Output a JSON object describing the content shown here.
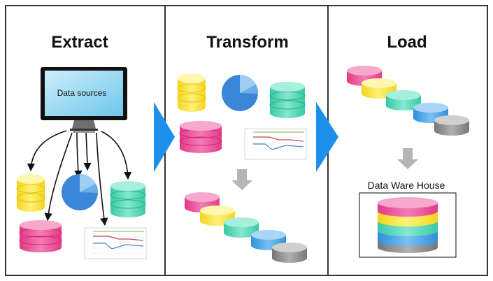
{
  "stages": [
    {
      "title": "Extract"
    },
    {
      "title": "Transform"
    },
    {
      "title": "Load"
    }
  ],
  "extract": {
    "monitor_label": "Data sources"
  },
  "load": {
    "warehouse_label": "Data Ware House"
  },
  "colors": {
    "panel_border": "#333333",
    "arrow_blue": "#1e90ec",
    "down_arrow_gray": "#b5b5b5",
    "screen_blue": "#76cdee",
    "db_yellow": "#f5e642",
    "db_pink": "#e83e8c",
    "db_teal": "#2ecfa8",
    "db_blue": "#3a9ee8",
    "db_gray": "#8a8a8a",
    "pie_blue": "#3a86d8"
  }
}
